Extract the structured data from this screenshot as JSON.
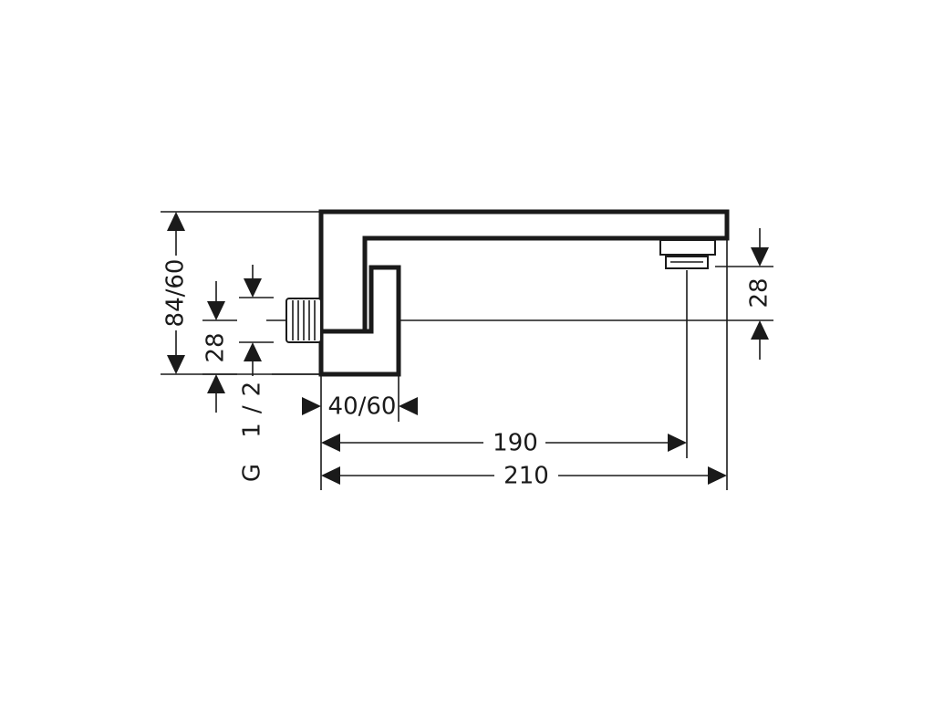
{
  "dimensions": {
    "height_total": "84/60",
    "thread_height_left": "28",
    "thread_spec": "G 1/2",
    "base_width": "40/60",
    "projection_outlet": "190",
    "projection_total": "210",
    "outlet_height_right": "28"
  },
  "colors": {
    "line": "#1a1a1a",
    "background": "#ffffff"
  }
}
